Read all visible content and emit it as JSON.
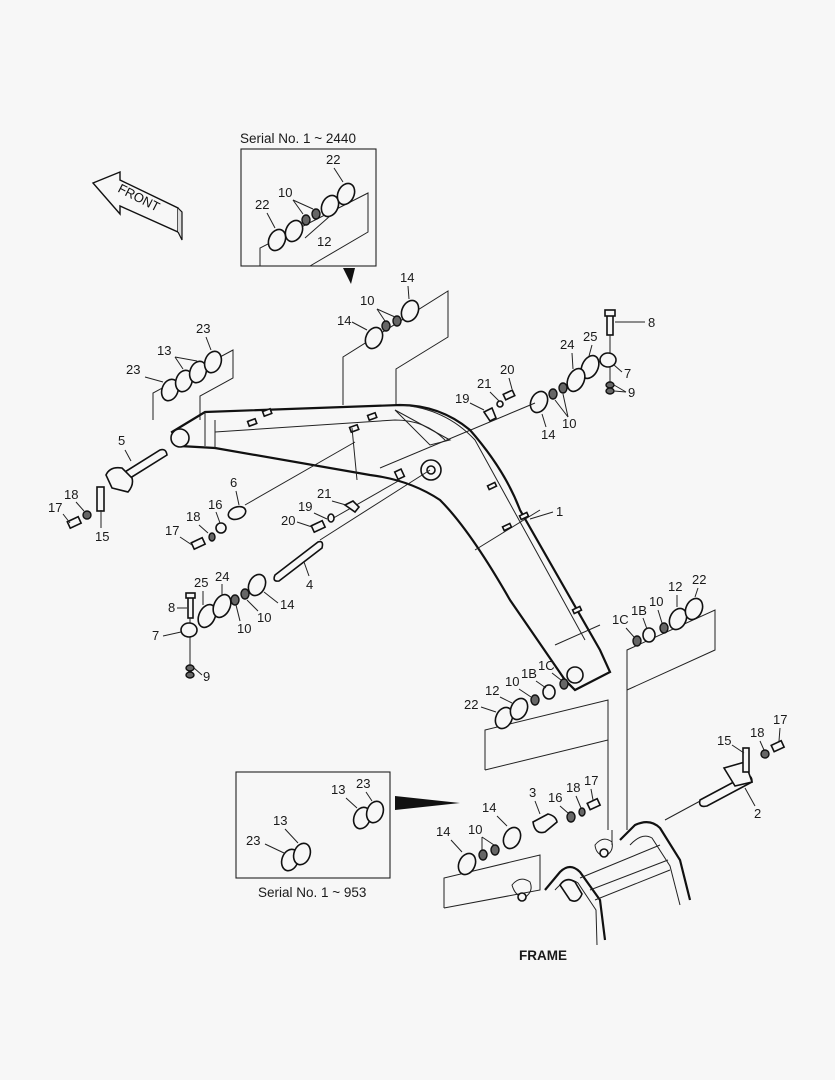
{
  "diagram": {
    "title": "FRAME",
    "direction_indicator": "FRONT",
    "inset_top": {
      "caption": "Serial No. 1 ~ 2440",
      "callouts": [
        "22",
        "10",
        "22",
        "12"
      ]
    },
    "inset_bottom": {
      "caption": "Serial No. 1 ~ 953",
      "callouts": [
        "13",
        "23",
        "13",
        "23"
      ]
    },
    "groups": {
      "top_center": [
        "14",
        "10",
        "14"
      ],
      "top_left": [
        "23",
        "13",
        "23"
      ],
      "top_right": [
        "8",
        "25",
        "24",
        "7",
        "9",
        "20",
        "21",
        "19",
        "14",
        "10"
      ],
      "left_pin": [
        "5",
        "18",
        "17",
        "15"
      ],
      "mid_left": [
        "6",
        "16",
        "18",
        "17"
      ],
      "mid_center": [
        "21",
        "19",
        "20",
        "4"
      ],
      "boom": [
        "1"
      ],
      "lower_left": [
        "25",
        "24",
        "8",
        "10",
        "10",
        "14",
        "7",
        "9"
      ],
      "right": [
        "1C",
        "1B",
        "10",
        "12",
        "22"
      ],
      "lower_center": [
        "22",
        "12",
        "10",
        "1B",
        "1C"
      ],
      "bottom_center": [
        "3",
        "16",
        "18",
        "17",
        "14",
        "14",
        "10"
      ],
      "bottom_right": [
        "15",
        "18",
        "17",
        "2"
      ]
    }
  }
}
